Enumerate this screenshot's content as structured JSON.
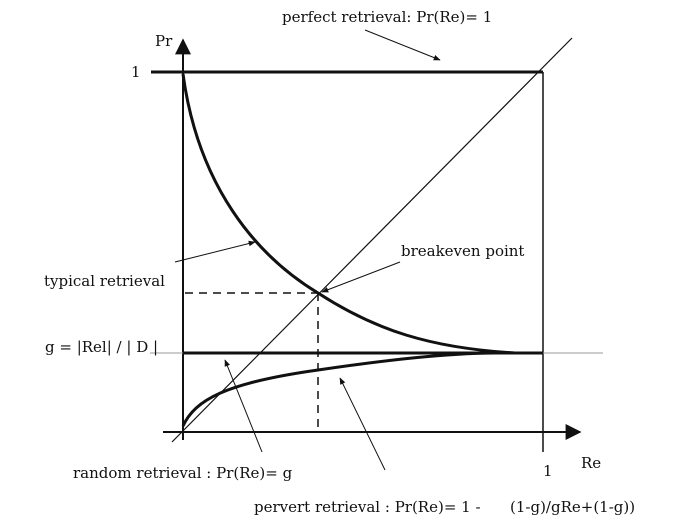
{
  "figure": {
    "axes": {
      "y_label": "Pr",
      "x_label": "Re",
      "y_tick_one": "1",
      "x_tick_one": "1"
    },
    "labels": {
      "perfect": "perfect retrieval: Pr(Re)= 1",
      "breakeven": "breakeven point",
      "typical": "typical retrieval",
      "g_line": "g = |Rel| / | D |",
      "random": "random retrieval : Pr(Re)= g",
      "pervert_prefix": "pervert retrieval :  Pr(Re)= 1 -",
      "pervert_frac": "(1-g)/gRe+(1-g))"
    },
    "colors": {
      "ink": "#111111",
      "ref_line": "#9a9a9a"
    }
  }
}
